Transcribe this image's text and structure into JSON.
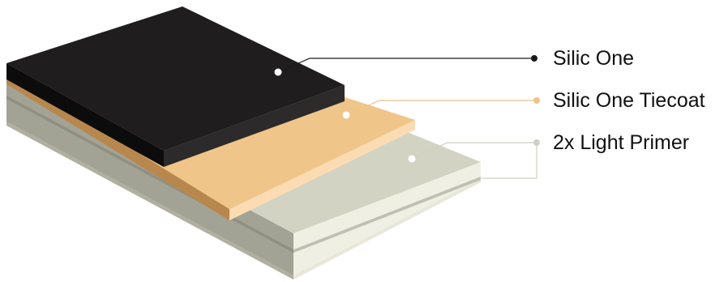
{
  "layers": [
    {
      "label": "Silic One",
      "color": "#1f1d1d",
      "marker_color": "#1a1a1a"
    },
    {
      "label": "Silic One Tiecoat",
      "color": "#f0c589",
      "marker_color": "#f0c28a"
    },
    {
      "label": "2x Light Primer",
      "color": "#d1d2c2",
      "marker_color": "#cfd0c1"
    }
  ]
}
